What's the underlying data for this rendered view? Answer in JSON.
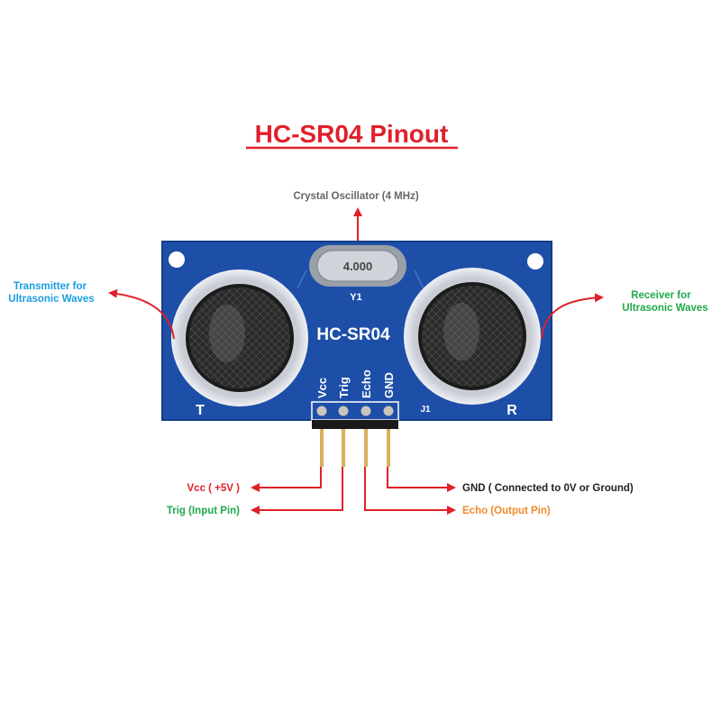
{
  "title": "HC-SR04 Pinout",
  "labels": {
    "crystal": "Crystal Oscillator (4 MHz)",
    "transmitter_line1": "Transmitter for",
    "transmitter_line2": "Ultrasonic Waves",
    "receiver_line1": "Receiver for",
    "receiver_line2": "Ultrasonic Waves",
    "vcc": "Vcc ( +5V )",
    "trig": "Trig (Input Pin)",
    "echo": "Echo (Output Pin)",
    "gnd": "GND ( Connected to 0V or Ground)"
  },
  "board": {
    "model": "HC-SR04",
    "crystal_marking": "4.000",
    "crystal_ref": "Y1",
    "header_ref": "J1",
    "transmitter_mark": "T",
    "receiver_mark": "R",
    "pins": [
      "Vcc",
      "Trig",
      "Echo",
      "GND"
    ]
  },
  "colors": {
    "title": "#e0202a",
    "arrow": "#e0202a",
    "transmitter": "#1a9de0",
    "receiver": "#1fa84a",
    "vcc": "#e0202a",
    "trig": "#1fa84a",
    "echo": "#f08a2a",
    "gnd": "#222222",
    "crystal": "#666666",
    "board": "#1e4fa8"
  }
}
